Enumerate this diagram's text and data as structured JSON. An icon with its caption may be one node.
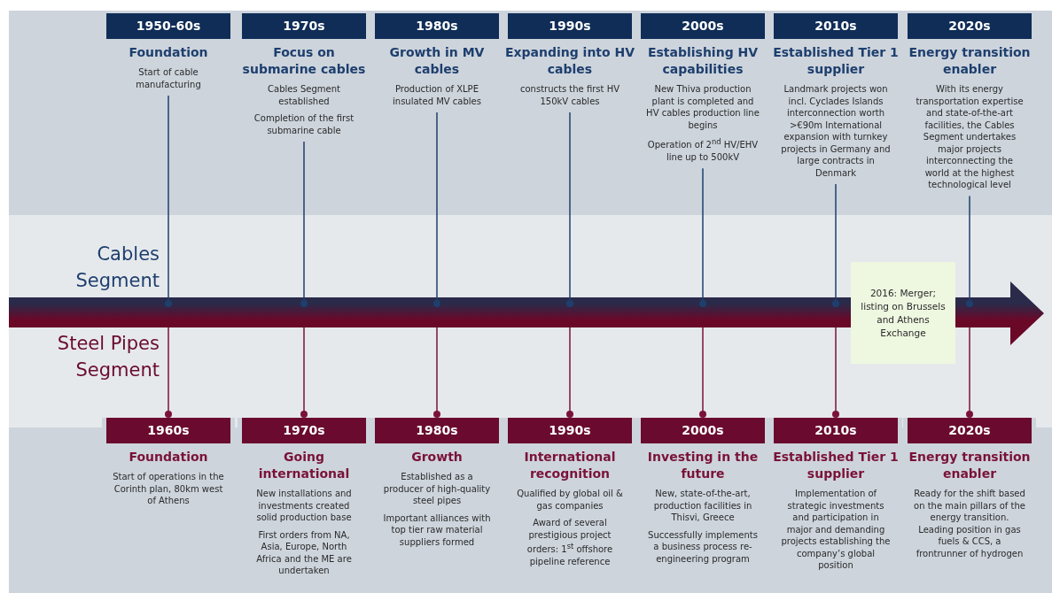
{
  "diagram": {
    "nodes": [
      {
        "text": [
          "1950-60s",
          "Foundation",
          "Start of cable manufacturing"
        ]
      },
      {
        "text": [
          "1970s",
          "Focus on submarine cables",
          "Cables Segment established",
          "Completion of the first submarine cable"
        ]
      },
      {
        "text": [
          "1980s",
          "Growth in MV cables",
          "Production of XLPE insulated MV cables"
        ]
      },
      {
        "text": [
          "1990s",
          "Expanding into HV cables",
          "constructs the first HV 150kV cables"
        ]
      },
      {
        "text": [
          "2000s",
          "Establishing HV capabilities",
          "New Thiva production plant is completed and HV cables production line begins",
          "Operation of 2$^{nd}$ HV/EHV line up to 500kV"
        ]
      },
      {
        "text": [
          "2010s",
          "Established Tier 1 supplier",
          "Landmark projects won incl. Cyclades Islands interconnection worth >€90m International expansion with turnkey projects in Germany and large contracts in Denmark"
        ]
      },
      {
        "text": [
          "2020s",
          "Energy transition enabler",
          "With its energy transportation expertise and state-of-the-art facilities, the Cables Segment undertakes major projects interconnecting the world at the highest technological level"
        ]
      },
      {
        "text": [],
        "shape": "arrow"
      },
      {
        "text": [
          "2016: Merger; listing on Brussels and Athens Exchange"
        ]
      },
      {
        "text": [
          "1960s",
          "Foundation",
          "Start of operations in the Corinth plan, 80km west of Athens"
        ]
      },
      {
        "text": [
          "1970s",
          "Going international",
          "New installations and investments created solid production base",
          "First orders from NA, Asia, Europe, North Africa and the ME are undertaken"
        ]
      },
      {
        "text": [
          "1980s",
          "Growth",
          "Established as a producer of high-quality steel pipes",
          "Important alliances with top tier raw material suppliers formed"
        ]
      },
      {
        "text": [
          "1990s",
          "International recognition",
          "Qualified by global oil & gas companies",
          "Award of several prestigious project orders: 1$^{st}$ offshore pipeline reference"
        ]
      },
      {
        "text": [
          "2000s",
          "Investing in the future",
          "New, state-of-the-art, production facilities in Thisvi, Greece",
          "Successfully implements a business process re-engineering program"
        ]
      },
      {
        "text": [
          "2010s",
          "Established Tier 1 supplier",
          "Implementation of strategic investments and participation in major and demanding projects establishing the company’s global position"
        ]
      },
      {
        "text": [
          "2020s",
          "Energy transition enabler",
          "Ready for the shift based on the main pillars of the energy transition. Leading position in gas fuels & CCS, a frontrunner of hydrogen"
        ]
      }
    ],
    "edges": [
      {
        "from": 0,
        "to": 7,
        "arrow": "other"
      },
      {
        "from": 1,
        "to": 7,
        "arrow": "other"
      },
      {
        "from": 2,
        "to": 7,
        "arrow": "other"
      },
      {
        "from": 3,
        "to": 7,
        "arrow": "other"
      },
      {
        "from": 4,
        "to": 7,
        "arrow": "other"
      },
      {
        "from": 5,
        "to": 7,
        "arrow": "other"
      },
      {
        "from": 6,
        "to": 7,
        "arrow": "other"
      },
      {
        "from": 7,
        "to": 9,
        "arrow": "other",
        "color": "#7a1238"
      },
      {
        "from": 7,
        "to": 10,
        "arrow": "other",
        "color": "#7a1238"
      },
      {
        "from": 7,
        "to": 11,
        "arrow": "other",
        "color": "#7a1238"
      },
      {
        "from": 7,
        "to": 12,
        "arrow": "other",
        "color": "#7a1238"
      },
      {
        "from": 7,
        "to": 13,
        "arrow": "other",
        "color": "#7a1238"
      },
      {
        "from": 7,
        "to": 14,
        "arrow": "other",
        "color": "#7a1238"
      },
      {
        "from": 7,
        "to": 15,
        "arrow": "other",
        "color": "#7a1238"
      }
    ],
    "labels": [
      "Cables Segment",
      "Steel Pipes Segment"
    ]
  }
}
